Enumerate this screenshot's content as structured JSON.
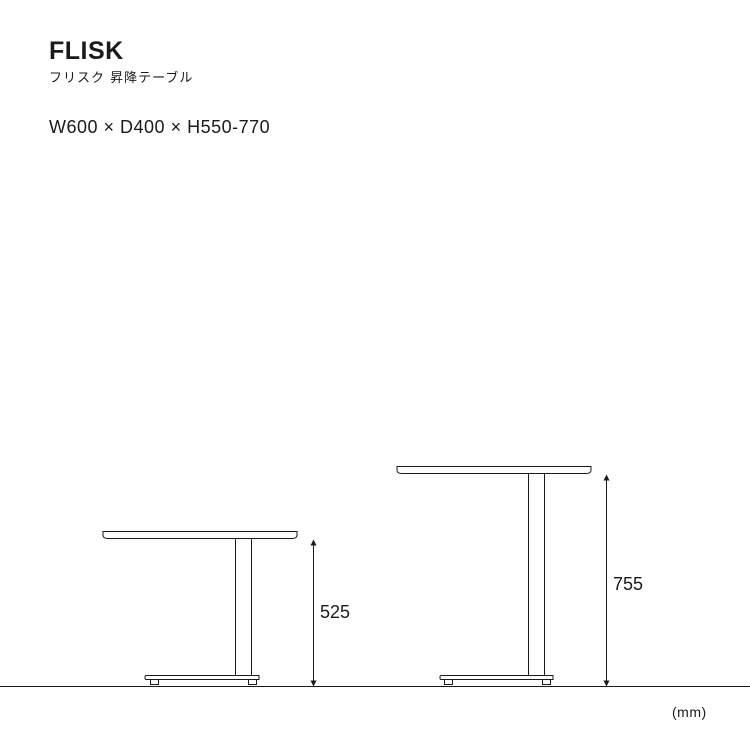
{
  "product": {
    "name": "FLISK",
    "subtitle": "フリスク 昇降テーブル",
    "dimensions": "W600 × D400 × H550-770"
  },
  "diagram": {
    "low_height_label": "525",
    "high_height_label": "755",
    "unit_label": "(mm)"
  },
  "colors": {
    "line": "#1a1a1a",
    "background": "#ffffff"
  }
}
